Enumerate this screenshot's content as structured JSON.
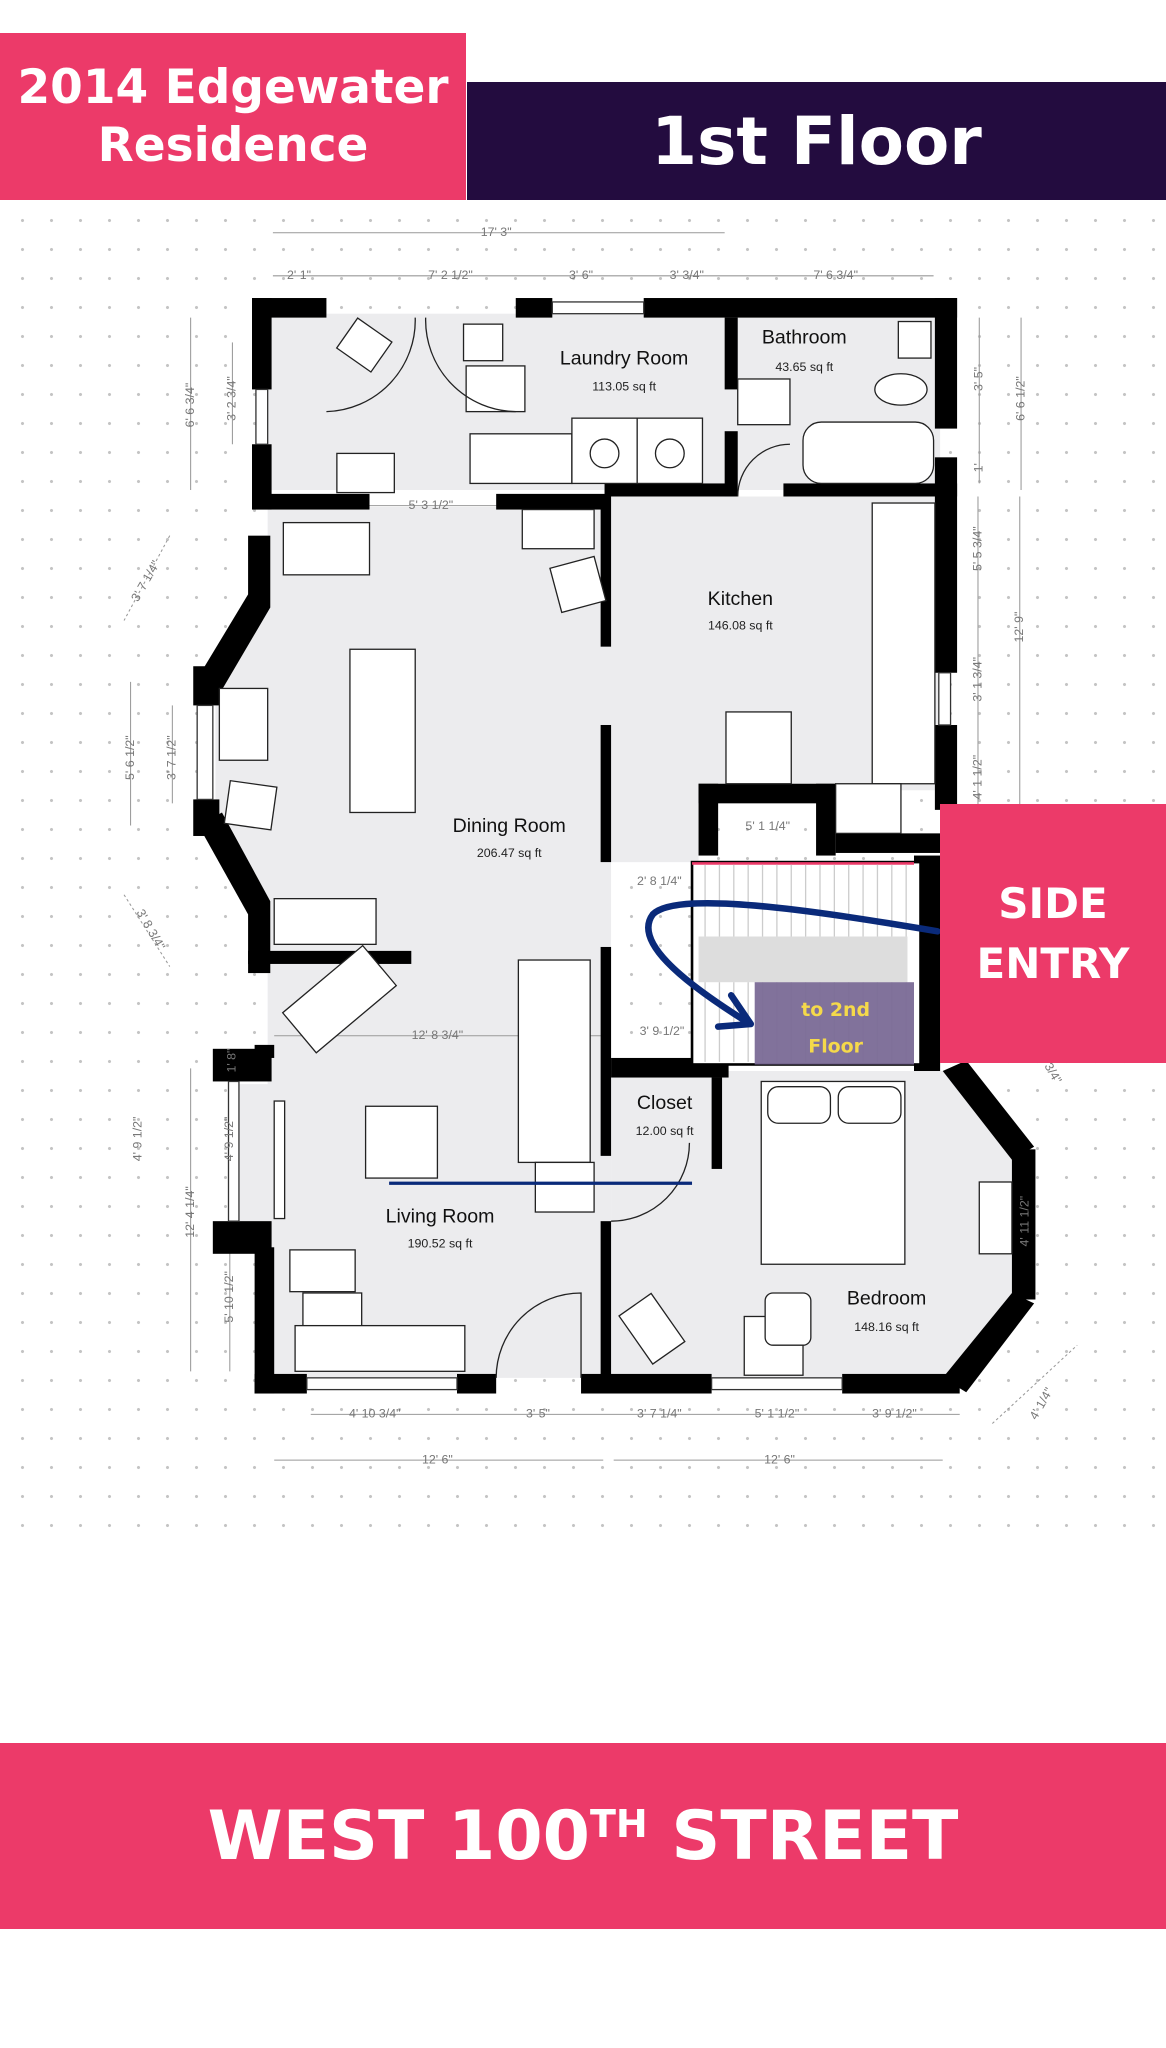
{
  "header": {
    "title_line1": "2014 Edgewater",
    "title_line2": "Residence",
    "floor": "1st Floor"
  },
  "side_entry": {
    "line1": "SIDE",
    "line2": "ENTRY"
  },
  "stairs": {
    "line1": "to 2nd",
    "line2": "Floor"
  },
  "street": {
    "name": "WEST 100",
    "suffix": "TH",
    "type": "STREET"
  },
  "rooms": [
    {
      "name": "Laundry Room",
      "area": "113.05 sq ft"
    },
    {
      "name": "Bathroom",
      "area": "43.65 sq ft"
    },
    {
      "name": "Kitchen",
      "area": "146.08 sq ft"
    },
    {
      "name": "Dining Room",
      "area": "206.47 sq ft"
    },
    {
      "name": "Closet",
      "area": "12.00 sq ft"
    },
    {
      "name": "Living Room",
      "area": "190.52 sq ft"
    },
    {
      "name": "Bedroom",
      "area": "148.16 sq ft"
    }
  ],
  "dims": [
    "17' 3\"",
    "2' 1\"",
    "7' 2 1/2\"",
    "3' 6\"",
    "3' 3/4\"",
    "7' 6 3/4\"",
    "6' 6 3/4\"",
    "3' 2 3/4\"",
    "3' 5\"",
    "6' 6 1/2\"",
    "1'",
    "5' 3 1/2\"",
    "5' 5 3/4\"",
    "3' 1 3/4\"",
    "12' 9\"",
    "4' 1 1/2\"",
    "3' 7 1/4\"",
    "5' 6 1/2\"",
    "3' 7 1/2\"",
    "3' 8 3/4\"",
    "5' 1 1/4\"",
    "2' 8 1/4\"",
    "12' 8 3/4\"",
    "3' 9 1/2\"",
    "1' 8\"",
    "4' 9 1/2\"",
    "4' 9 1/2\"",
    "12' 4 1/4\"",
    "5' 10 1/2\"",
    "4' 10 3/4\"",
    "3' 5\"",
    "3' 7 1/4\"",
    "5' 1 1/2\"",
    "3' 9 1/2\"",
    "12' 6\"",
    "12' 6\"",
    "4' 11 1/2\"",
    "4' 1/4\"",
    "3/4\""
  ],
  "colors": {
    "pink": "#ec3a69",
    "dark": "#230c3f",
    "arrow": "#0a2a7a",
    "stairs_box": "#7a6a96",
    "stairs_text": "#f5d94a"
  }
}
